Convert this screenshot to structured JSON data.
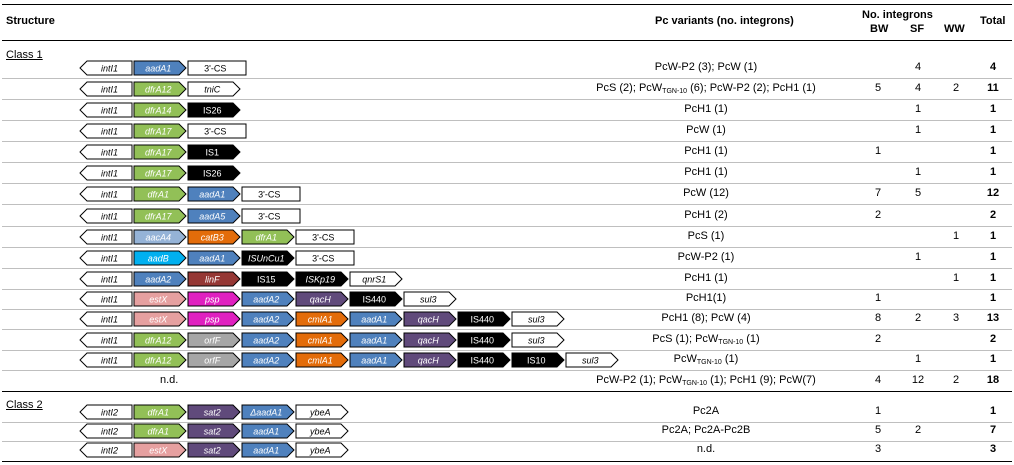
{
  "header": {
    "structure": "Structure",
    "pc_variants": "Pc variants (no. integrons)",
    "no_integrons": "No. integrons",
    "bw": "BW",
    "sf": "SF",
    "ww": "WW",
    "total": "Total"
  },
  "classes": [
    {
      "label": "Class 1",
      "rows": [
        {
          "genes": [
            [
              "intI1",
              "w"
            ],
            [
              "aadA1",
              "b"
            ],
            [
              "3'-CS",
              "t"
            ]
          ],
          "pc": "PcW-P2 (3); PcW (1)",
          "bw": "",
          "sf": "4",
          "ww": "",
          "total": "4"
        },
        {
          "genes": [
            [
              "intI1",
              "w"
            ],
            [
              "dfrA12",
              "g"
            ],
            [
              "tniC",
              "t"
            ]
          ],
          "pc": "PcS (2); PcW{TGN-10} (6); PcW-P2 (2); PcH1 (1)",
          "bw": "5",
          "sf": "4",
          "ww": "2",
          "total": "11"
        },
        {
          "genes": [
            [
              "intI1",
              "w"
            ],
            [
              "dfrA14",
              "g"
            ],
            [
              "IS26",
              "k"
            ]
          ],
          "pc": "PcH1 (1)",
          "bw": "",
          "sf": "1",
          "ww": "",
          "total": "1"
        },
        {
          "genes": [
            [
              "intI1",
              "w"
            ],
            [
              "dfrA17",
              "g"
            ],
            [
              "3'-CS",
              "t"
            ]
          ],
          "pc": "PcW (1)",
          "bw": "",
          "sf": "1",
          "ww": "",
          "total": "1"
        },
        {
          "genes": [
            [
              "intI1",
              "w"
            ],
            [
              "dfrA17",
              "g"
            ],
            [
              "IS1",
              "k"
            ]
          ],
          "pc": "PcH1 (1)",
          "bw": "1",
          "sf": "",
          "ww": "",
          "total": "1"
        },
        {
          "genes": [
            [
              "intI1",
              "w"
            ],
            [
              "dfrA17",
              "g"
            ],
            [
              "IS26",
              "k"
            ]
          ],
          "pc": "PcH1 (1)",
          "bw": "",
          "sf": "1",
          "ww": "",
          "total": "1"
        },
        {
          "genes": [
            [
              "intI1",
              "w"
            ],
            [
              "dfrA1",
              "g"
            ],
            [
              "aadA1",
              "b"
            ],
            [
              "3'-CS",
              "t"
            ]
          ],
          "pc": "PcW (12)",
          "bw": "7",
          "sf": "5",
          "ww": "",
          "total": "12"
        },
        {
          "genes": [
            [
              "intI1",
              "w"
            ],
            [
              "dfrA17",
              "g"
            ],
            [
              "aadA5",
              "b"
            ],
            [
              "3'-CS",
              "t"
            ]
          ],
          "pc": "PcH1 (2)",
          "bw": "2",
          "sf": "",
          "ww": "",
          "total": "2"
        },
        {
          "genes": [
            [
              "intI1",
              "w"
            ],
            [
              "aacA4",
              "lb"
            ],
            [
              "catB3",
              "o"
            ],
            [
              "dfrA1",
              "g"
            ],
            [
              "3'-CS",
              "t"
            ]
          ],
          "pc": "PcS (1)",
          "bw": "",
          "sf": "",
          "ww": "1",
          "total": "1"
        },
        {
          "genes": [
            [
              "intI1",
              "w"
            ],
            [
              "aadB",
              "c"
            ],
            [
              "aadA1",
              "b"
            ],
            [
              "ISUnCu1",
              "k"
            ],
            [
              "3'-CS",
              "t"
            ]
          ],
          "pc": "PcW-P2 (1)",
          "bw": "",
          "sf": "1",
          "ww": "",
          "total": "1"
        },
        {
          "genes": [
            [
              "intI1",
              "w"
            ],
            [
              "aadA2",
              "b"
            ],
            [
              "linF",
              "r"
            ],
            [
              "IS15",
              "k"
            ],
            [
              "ISKp19",
              "k"
            ],
            [
              "qnrS1",
              "t"
            ]
          ],
          "pc": "PcH1 (1)",
          "bw": "",
          "sf": "",
          "ww": "1",
          "total": "1"
        },
        {
          "genes": [
            [
              "intI1",
              "w"
            ],
            [
              "estX",
              "p"
            ],
            [
              "psp",
              "m"
            ],
            [
              "aadA2",
              "b"
            ],
            [
              "qacH",
              "v"
            ],
            [
              "IS440",
              "k"
            ],
            [
              "sul3",
              "t"
            ]
          ],
          "pc": "PcH1(1)",
          "bw": "1",
          "sf": "",
          "ww": "",
          "total": "1"
        },
        {
          "genes": [
            [
              "intI1",
              "w"
            ],
            [
              "estX",
              "p"
            ],
            [
              "psp",
              "m"
            ],
            [
              "aadA2",
              "b"
            ],
            [
              "cmlA1",
              "o"
            ],
            [
              "aadA1",
              "b"
            ],
            [
              "qacH",
              "v"
            ],
            [
              "IS440",
              "k"
            ],
            [
              "sul3",
              "t"
            ]
          ],
          "pc": "PcH1 (8); PcW (4)",
          "bw": "8",
          "sf": "2",
          "ww": "3",
          "total": "13"
        },
        {
          "genes": [
            [
              "intI1",
              "w"
            ],
            [
              "dfrA12",
              "g"
            ],
            [
              "orfF",
              "gy"
            ],
            [
              "aadA2",
              "b"
            ],
            [
              "cmlA1",
              "o"
            ],
            [
              "aadA1",
              "b"
            ],
            [
              "qacH",
              "v"
            ],
            [
              "IS440",
              "k"
            ],
            [
              "sul3",
              "t"
            ]
          ],
          "pc": "PcS (1); PcW{TGN-10} (1)",
          "bw": "2",
          "sf": "",
          "ww": "",
          "total": "2"
        },
        {
          "genes": [
            [
              "intI1",
              "w"
            ],
            [
              "dfrA12",
              "g"
            ],
            [
              "orfF",
              "gy"
            ],
            [
              "aadA2",
              "b"
            ],
            [
              "cmlA1",
              "o"
            ],
            [
              "aadA1",
              "b"
            ],
            [
              "qacH",
              "v"
            ],
            [
              "IS440",
              "k"
            ],
            [
              "IS10",
              "k"
            ],
            [
              "sul3",
              "t"
            ]
          ],
          "pc": "PcW{TGN-10} (1)",
          "bw": "",
          "sf": "1",
          "ww": "",
          "total": "1"
        },
        {
          "nd": "n.d.",
          "genes": [],
          "pc": "PcW-P2 (1); PcW{TGN-10} (1); PcH1 (9); PcW(7)",
          "bw": "4",
          "sf": "12",
          "ww": "2",
          "total": "18"
        }
      ]
    },
    {
      "label": "Class 2",
      "rows": [
        {
          "genes": [
            [
              "intI2",
              "w"
            ],
            [
              "dfrA1",
              "g"
            ],
            [
              "sat2",
              "v"
            ],
            [
              "ΔaadA1",
              "b"
            ],
            [
              "ybeA",
              "t"
            ]
          ],
          "pc": "Pc2A",
          "bw": "1",
          "sf": "",
          "ww": "",
          "total": "1"
        },
        {
          "genes": [
            [
              "intI2",
              "w"
            ],
            [
              "dfrA1",
              "g"
            ],
            [
              "sat2",
              "v"
            ],
            [
              "aadA1",
              "b"
            ],
            [
              "ybeA",
              "t"
            ]
          ],
          "pc": "Pc2A; Pc2A-Pc2B",
          "bw": "5",
          "sf": "2",
          "ww": "",
          "total": "7"
        },
        {
          "genes": [
            [
              "intI2",
              "w"
            ],
            [
              "estX",
              "p"
            ],
            [
              "sat2",
              "v"
            ],
            [
              "aadA1",
              "b"
            ],
            [
              "ybeA",
              "t"
            ]
          ],
          "pc": "n.d.",
          "bw": "3",
          "sf": "",
          "ww": "",
          "total": "3"
        }
      ]
    }
  ],
  "colors": {
    "w": "#ffffff",
    "g": "#92c057",
    "b": "#4f81bd",
    "lb": "#95b3d7",
    "c": "#00b0f0",
    "o": "#e36c0a",
    "r": "#953734",
    "p": "#e6a0a0",
    "m": "#e020c0",
    "v": "#604a7b",
    "gy": "#a6a6a6",
    "k": "#000000",
    "t": "#ffffff"
  }
}
